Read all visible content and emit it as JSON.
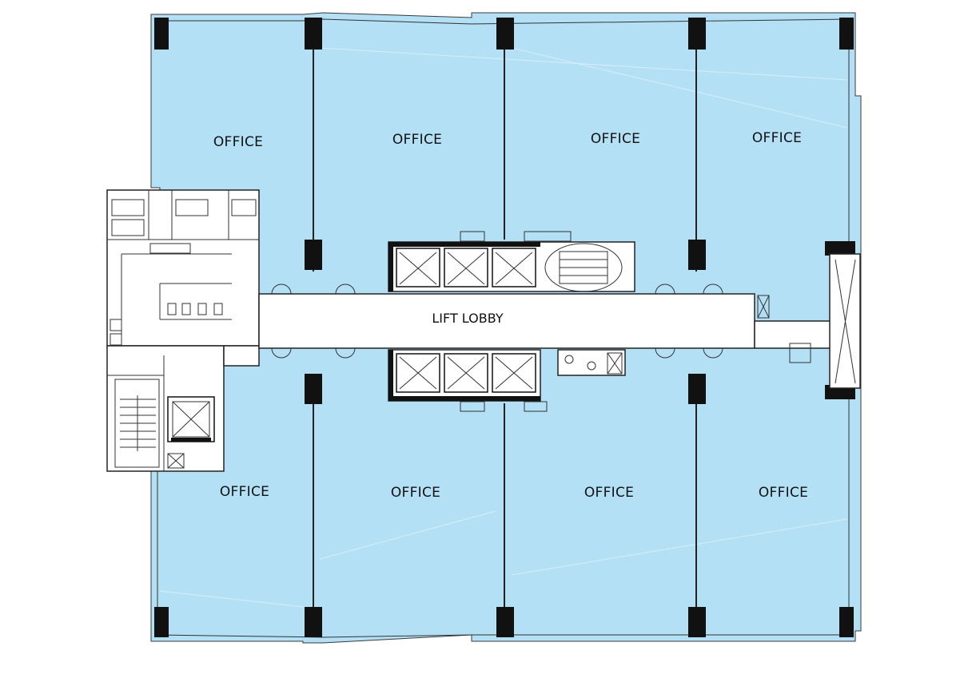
{
  "rooms": {
    "office_top_1": "OFFICE",
    "office_top_2": "OFFICE",
    "office_top_3": "OFFICE",
    "office_top_4": "OFFICE",
    "office_bottom_1": "OFFICE",
    "office_bottom_2": "OFFICE",
    "office_bottom_3": "OFFICE",
    "office_bottom_4": "OFFICE",
    "lift_lobby": "LIFT LOBBY"
  },
  "colors": {
    "office_fill": "#b3e0f5",
    "wall": "#222222",
    "column": "#111111",
    "core_fill": "#ffffff"
  },
  "icons": {
    "lift": "lift-car-x-icon",
    "stair": "stair-icon",
    "door": "door-swing-icon",
    "toilet": "toilet-icon"
  }
}
